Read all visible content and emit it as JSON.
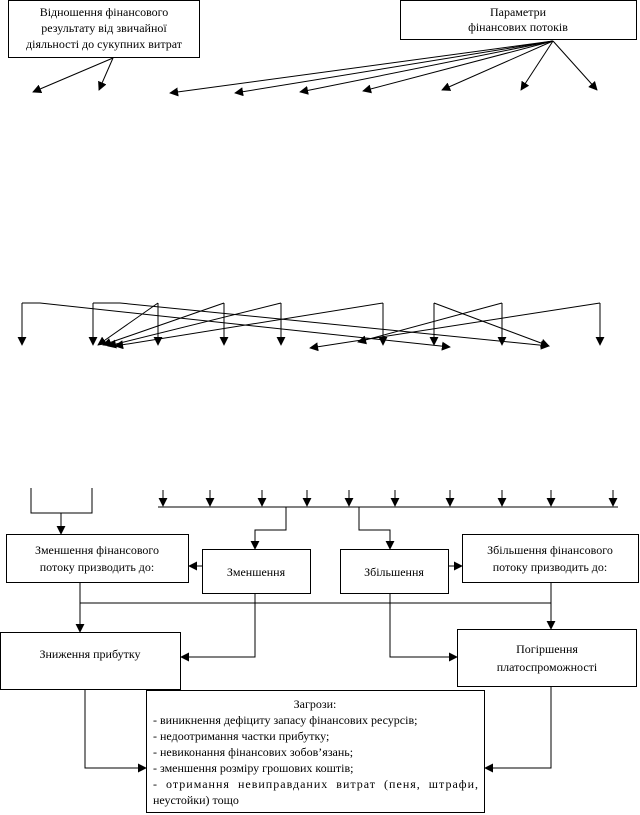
{
  "boxes": {
    "ratio": [
      "Відношення фінансового",
      "результату від звичайної",
      "діяльності до сукупних витрат"
    ],
    "params": [
      "Параметри",
      "фінансових потоків"
    ],
    "decrease_flow": [
      "Зменшення фінансового",
      "потоку призводить до:"
    ],
    "decrease": "Зменшення",
    "increase": "Збільшення",
    "increase_flow": [
      "Збільшення фінансового",
      "потоку призводить до:"
    ],
    "profit_drop": "Зниження прибутку",
    "solvency": [
      "Погіршення",
      "платоспроможності"
    ],
    "threats": {
      "title": "Загрози:",
      "items": [
        "- виникнення дефіциту запасу фінансових ресурсів;",
        "- недоотримання частки прибутку;",
        "- невиконання фінансових зобов’язань;",
        "- зменшення розміру грошових коштів;",
        "-  отримання  невиправданих  витрат  (пеня,  штрафи,",
        "неустойки) тощо"
      ]
    }
  }
}
